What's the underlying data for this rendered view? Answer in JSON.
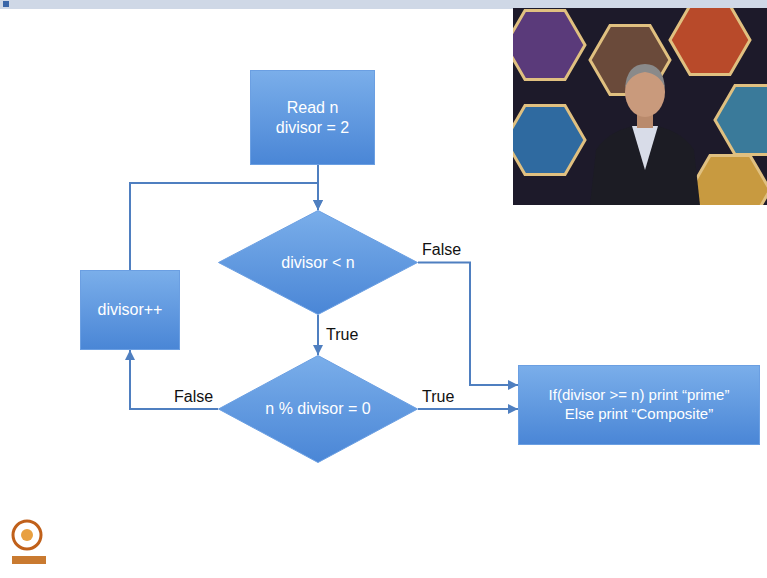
{
  "diagram": {
    "nodes": [
      {
        "text": [
          "Read n",
          "divisor = 2"
        ]
      },
      {
        "text": [
          "divisor < n"
        ]
      },
      {
        "text": [
          "divisor++"
        ]
      },
      {
        "text": [
          "n % divisor = 0"
        ]
      },
      {
        "text": [
          "If(divisor >= n) print “prime”",
          "Else print “Composite”"
        ]
      }
    ],
    "edges": [
      {
        "from": 0,
        "to": 1,
        "arrow": "to"
      },
      {
        "from": 2,
        "to": 1,
        "arrow": "to"
      },
      {
        "from": 1,
        "to": 3,
        "arrow": "to",
        "label": "True"
      },
      {
        "from": 1,
        "to": 4,
        "arrow": "to",
        "label": "False"
      },
      {
        "from": 3,
        "to": 4,
        "arrow": "to",
        "label": "True"
      },
      {
        "from": 3,
        "to": 2,
        "arrow": "to",
        "label": "False"
      }
    ]
  }
}
